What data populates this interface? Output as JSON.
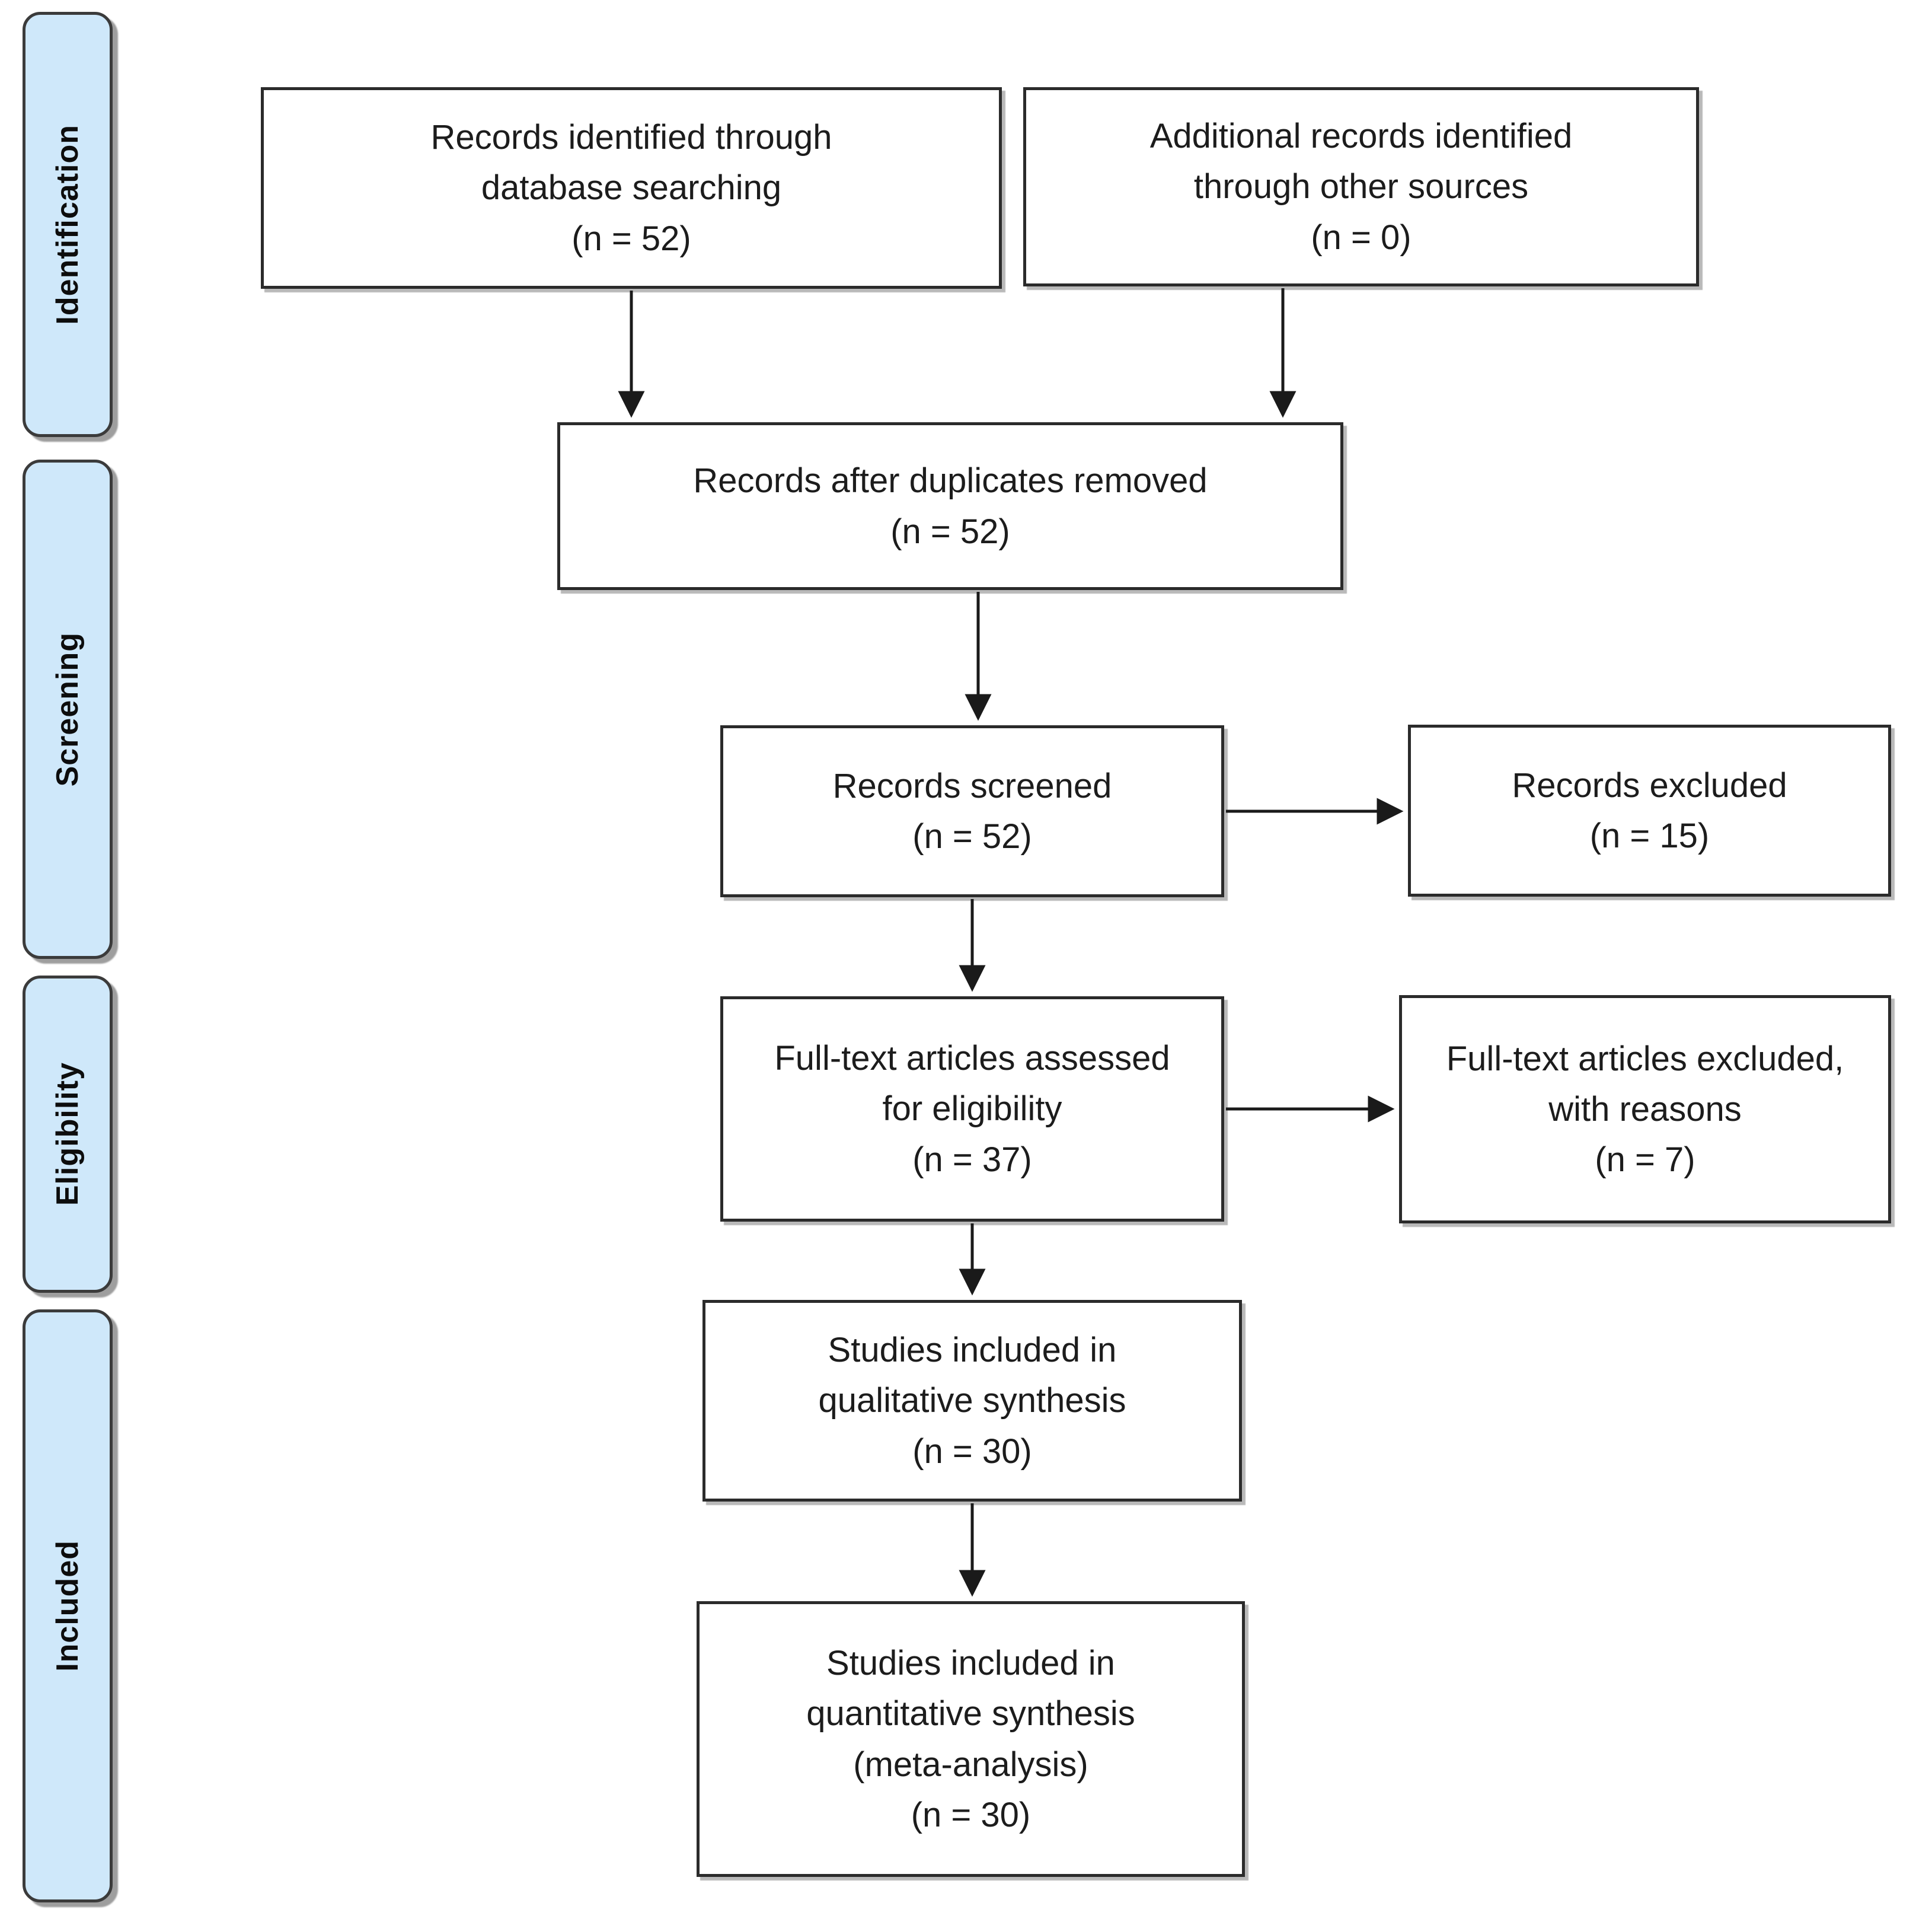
{
  "sidebar": {
    "phases": [
      {
        "label": "Identification"
      },
      {
        "label": "Screening"
      },
      {
        "label": "Eligibility"
      },
      {
        "label": "Included"
      }
    ]
  },
  "boxes": [
    {
      "name": "records-identified",
      "text": "Records identified through\ndatabase searching\n(n = 52)",
      "n": 52
    },
    {
      "name": "additional-records",
      "text": "Additional records identified\nthrough other sources\n(n = 0)",
      "n": 0
    },
    {
      "name": "records-after-dup",
      "text": "Records after duplicates removed\n(n = 52)",
      "n": 52
    },
    {
      "name": "records-screened",
      "text": "Records screened\n(n = 52)",
      "n": 52
    },
    {
      "name": "records-excluded",
      "text": "Records excluded\n(n = 15)",
      "n": 15
    },
    {
      "name": "fulltext-assessed",
      "text": "Full-text articles assessed\nfor eligibility\n(n = 37)",
      "n": 37
    },
    {
      "name": "fulltext-excluded",
      "text": "Full-text articles excluded,\nwith reasons\n(n = 7)",
      "n": 7
    },
    {
      "name": "qualitative-synthesis",
      "text": "Studies included in\nqualitative synthesis\n(n = 30)",
      "n": 30
    },
    {
      "name": "quantitative-synthesis",
      "text": "Studies included in\nquantitative synthesis\n(meta-analysis)\n(n = 30)",
      "n": 30
    }
  ],
  "colors": {
    "background": "#ffffff",
    "phase_fill": "#cfe8fa",
    "phase_border": "#3b3b3b",
    "box_fill": "#ffffff",
    "box_border": "#2b2b2b",
    "arrow": "#1a1a1a",
    "shadow": "#808080",
    "text": "#1c1c1c"
  }
}
